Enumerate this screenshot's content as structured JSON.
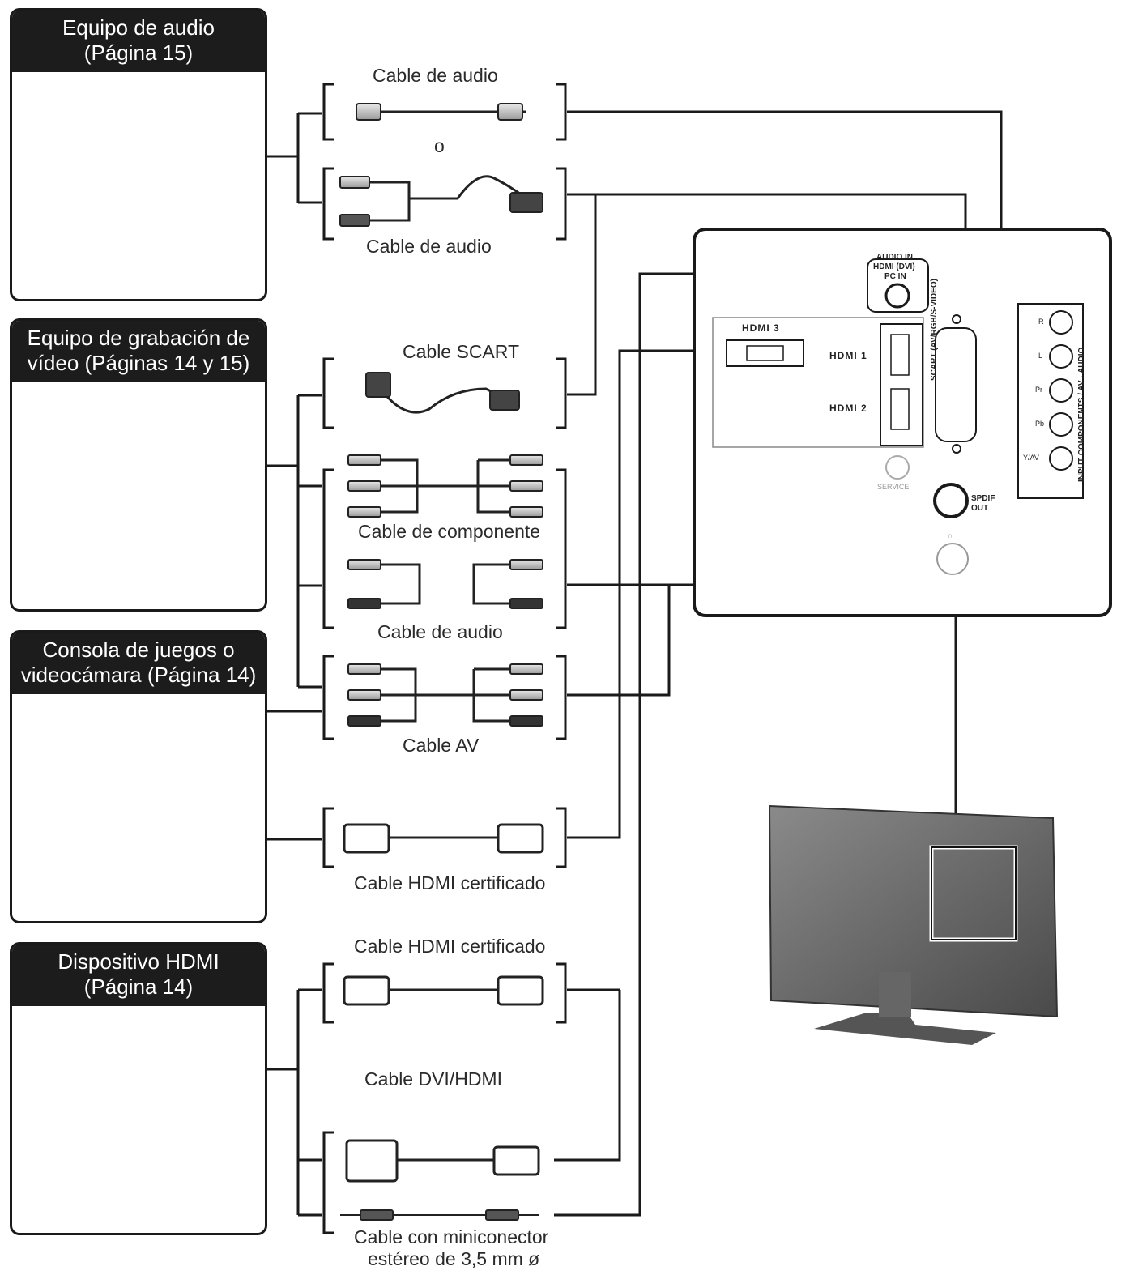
{
  "panels": [
    {
      "id": "audio",
      "line1": "Equipo de audio",
      "line2": "(Página 15)"
    },
    {
      "id": "video",
      "line1": "Equipo de grabación de",
      "line2": "vídeo (Páginas 14 y 15)"
    },
    {
      "id": "game",
      "line1": "Consola de juegos o",
      "line2": "videocámara (Página 14)"
    },
    {
      "id": "hdmi",
      "line1": "Dispositivo HDMI",
      "line2": "(Página 14)"
    }
  ],
  "cables": {
    "audio_top": "Cable de audio",
    "or": "o",
    "audio_scart": "Cable de audio",
    "scart": "Cable SCART",
    "component": "Cable de componente",
    "audio_mid": "Cable de audio",
    "av": "Cable AV",
    "hdmi_game": "Cable HDMI certificado",
    "hdmi_device": "Cable HDMI certificado",
    "dvi_hdmi": "Cable DVI/HDMI",
    "mini_line1": "Cable con miniconector",
    "mini_line2": "estéreo de 3,5 mm ø"
  },
  "tv_panel": {
    "audio_in_1": "AUDIO IN",
    "audio_in_2": "HDMI (DVI)",
    "audio_in_3": "PC IN",
    "hdmi3": "HDMI 3",
    "hdmi1": "HDMI 1",
    "hdmi2": "HDMI 2",
    "scart": "SCART (AV/RGB/S-VIDEO)",
    "service": "SERVICE",
    "spdif_1": "SPDIF",
    "spdif_2": "OUT",
    "headphone": "∩",
    "input_side": "INPUT COMPONENTS / AV · AUDIO",
    "jacks": [
      "R",
      "L",
      "Pr",
      "Pb",
      "Y/AV"
    ]
  }
}
